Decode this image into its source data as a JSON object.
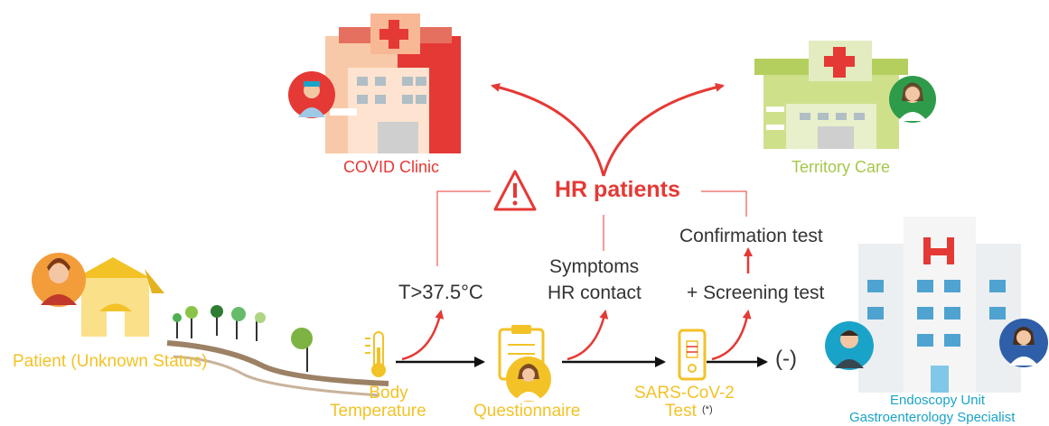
{
  "labels": {
    "covid_clinic": "COVID Clinic",
    "territory_care": "Territory Care",
    "hr_patients": "HR patients",
    "patient": "Patient (Unknown Status)",
    "temp_threshold": "T>37.5°C",
    "symptoms": "Symptoms",
    "hr_contact": "HR contact",
    "confirmation_test": "Confirmation test",
    "screening_test": "+ Screening test",
    "negative": "(-)",
    "body": "Body",
    "temperature": "Temperature",
    "questionnaire": "Questionnaire",
    "sars_cov2": "SARS-CoV-2",
    "test": "Test",
    "test_note": "(*)",
    "endoscopy_unit": "Endoscopy Unit",
    "gastro_specialist": "Gastroenterology Specialist"
  },
  "colors": {
    "red": "#e53935",
    "green": "#a5c84a",
    "yellow": "#f3c227",
    "blue": "#1aa3c8",
    "dark": "#333333"
  },
  "icons": [
    "covid-hospital-icon",
    "doctor-avatar-icon",
    "territory-hospital-icon",
    "warning-triangle-icon",
    "house-icon",
    "patient-avatar-icon",
    "tree-icon",
    "thermometer-icon",
    "clipboard-icon",
    "test-kit-icon",
    "endoscopy-hospital-icon",
    "operator-avatar-icon"
  ]
}
